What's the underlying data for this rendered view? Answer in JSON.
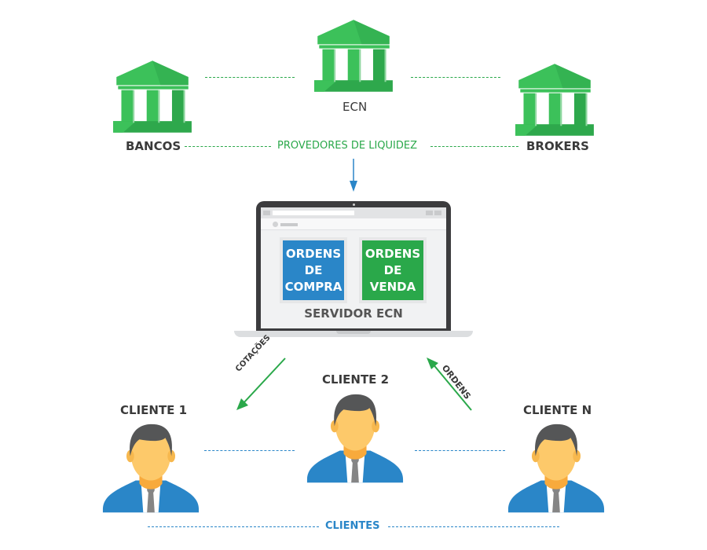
{
  "colors": {
    "green": "#2aa84a",
    "green_light": "#3cc15a",
    "blue": "#2a86c8",
    "dark_text": "#3a3a3a",
    "laptop_frame": "#3c3c3e",
    "buy_tile": "#2a86c8",
    "sell_tile": "#2aa84a"
  },
  "liquidity": {
    "nodes": [
      {
        "label": "BANCOS",
        "icon": "bank-icon"
      },
      {
        "label": "ECN",
        "icon": "bank-icon"
      },
      {
        "label": "BROKERS",
        "icon": "bank-icon"
      }
    ],
    "group_label": "PROVEDORES DE LIQUIDEZ"
  },
  "server": {
    "label": "SERVIDOR ECN",
    "icon": "laptop-icon",
    "tiles": [
      {
        "lines": [
          "ORDENS",
          "DE",
          "COMPRA"
        ],
        "color": "#2a86c8"
      },
      {
        "lines": [
          "ORDENS",
          "DE",
          "VENDA"
        ],
        "color": "#2aa84a"
      }
    ]
  },
  "flows": [
    {
      "label": "COTAÇÕES",
      "direction": "server-to-clients",
      "color": "#2aa84a"
    },
    {
      "label": "ORDENS",
      "direction": "clients-to-server",
      "color": "#2aa84a"
    },
    {
      "label": "",
      "direction": "liquidity-to-server",
      "color": "#2a86c8"
    }
  ],
  "clients": {
    "nodes": [
      {
        "label": "CLIENTE 1",
        "icon": "user-icon"
      },
      {
        "label": "CLIENTE 2",
        "icon": "user-icon"
      },
      {
        "label": "CLIENTE N",
        "icon": "user-icon"
      }
    ],
    "group_label": "CLIENTES"
  }
}
